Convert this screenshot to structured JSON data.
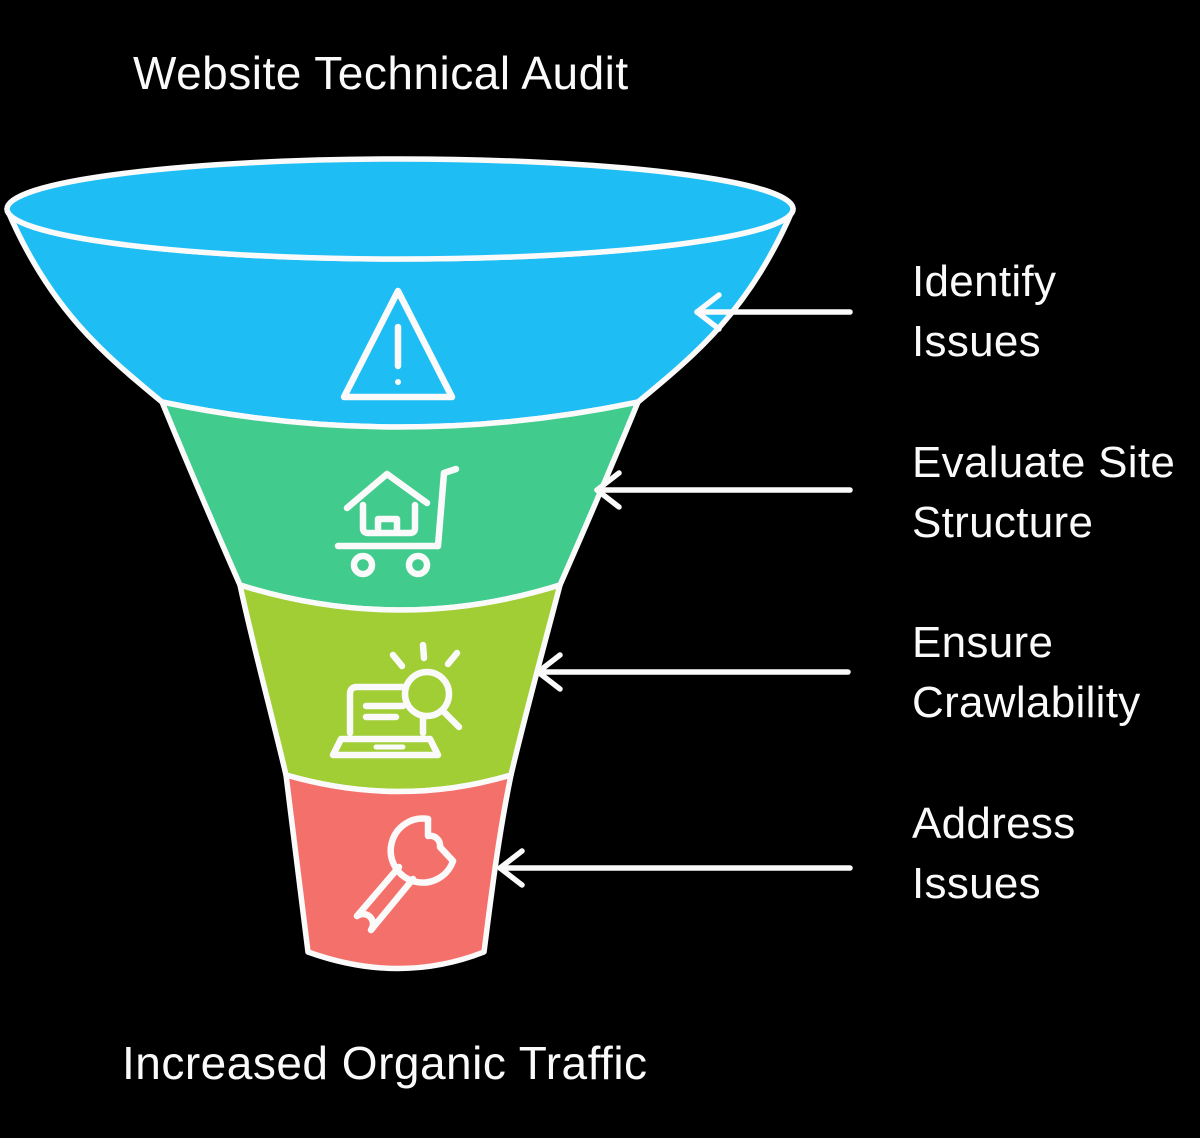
{
  "title": "Website Technical Audit",
  "footer": "Increased Organic Traffic",
  "colors": {
    "background": "#000000",
    "outline": "#fafafa",
    "text": "#fafafa"
  },
  "funnel": {
    "type": "funnel",
    "direction": "top-to-bottom",
    "stages": [
      {
        "label": "Identify Issues",
        "label_line1": "Identify",
        "label_line2": "Issues",
        "icon": "warning-triangle-icon",
        "color": "#1EBDF4"
      },
      {
        "label": "Evaluate Site Structure",
        "label_line1": "Evaluate Site",
        "label_line2": "Structure",
        "icon": "house-cart-icon",
        "color": "#41CB8C"
      },
      {
        "label": "Ensure Crawlability",
        "label_line1": "Ensure",
        "label_line2": "Crawlability",
        "icon": "laptop-search-icon",
        "color": "#A1CD35"
      },
      {
        "label": "Address Issues",
        "label_line1": "Address",
        "label_line2": "Issues",
        "icon": "wrench-icon",
        "color": "#F4716B"
      }
    ]
  }
}
